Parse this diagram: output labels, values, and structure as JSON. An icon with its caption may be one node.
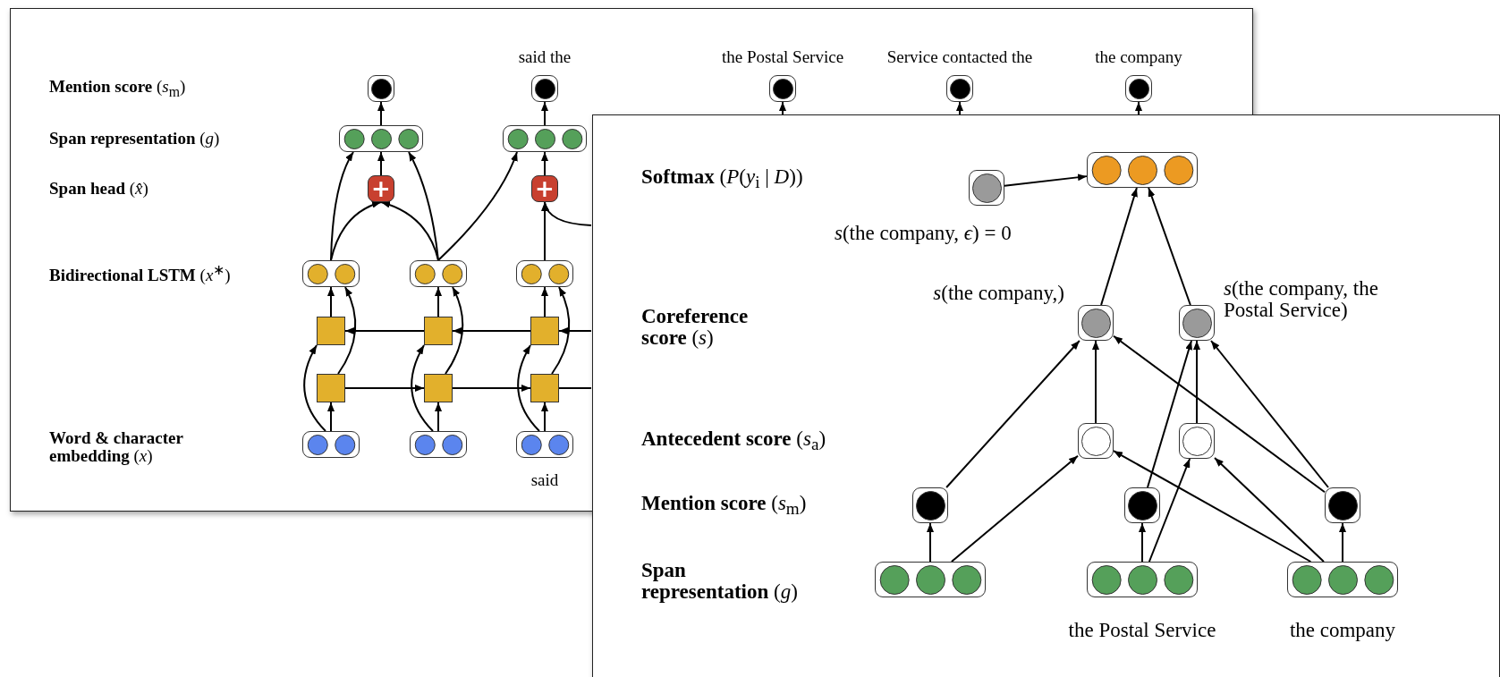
{
  "diagram": {
    "nodes": [
      {
        "text": [],
        "shape": "circle"
      },
      {
        "text": [],
        "shape": "circle",
        "beside": [
          "said the"
        ]
      },
      {
        "text": [],
        "shape": "circle",
        "beside": [
          "the Postal Service"
        ]
      },
      {
        "text": [],
        "shape": "circle",
        "beside": [
          "Service contacted the"
        ]
      },
      {
        "text": [],
        "shape": "circle",
        "beside": [
          "the company"
        ]
      },
      {
        "text": [],
        "shape": "bar"
      },
      {
        "text": [],
        "shape": "bar"
      },
      {
        "text": [
          "+"
        ]
      },
      {
        "text": [
          "+"
        ]
      },
      {
        "text": [],
        "shape": "bar"
      },
      {
        "text": [],
        "shape": "bar"
      },
      {
        "text": [],
        "shape": "bar"
      },
      {
        "text": [],
        "shape": "box"
      },
      {
        "text": [],
        "shape": "box"
      },
      {
        "text": [],
        "shape": "box"
      },
      {
        "text": [],
        "shape": "box"
      },
      {
        "text": [],
        "shape": "box"
      },
      {
        "text": [],
        "shape": "box"
      },
      {
        "text": [],
        "shape": "bar"
      },
      {
        "text": [],
        "shape": "bar"
      },
      {
        "text": [],
        "shape": "bar",
        "beside": [
          "said"
        ]
      },
      {
        "text": [],
        "shape": "circle",
        "beside": [
          "*s*(the company, *ϵ*) = 0"
        ]
      },
      {
        "text": [],
        "shape": "bar"
      },
      {
        "text": [],
        "shape": "circle",
        "beside": [
          "*s*(the company,)"
        ]
      },
      {
        "text": [],
        "shape": "circle",
        "beside": [
          "*s*(the company, the Postal Service)"
        ]
      },
      {
        "text": [],
        "shape": "circle"
      },
      {
        "text": [],
        "shape": "circle"
      },
      {
        "text": [],
        "shape": "circle"
      },
      {
        "text": [],
        "shape": "circle"
      },
      {
        "text": [],
        "shape": "circle"
      },
      {
        "text": [],
        "shape": "bar"
      },
      {
        "text": [],
        "shape": "bar",
        "beside": [
          "the Postal Service"
        ]
      },
      {
        "text": [],
        "shape": "bar",
        "beside": [
          "the company"
        ]
      }
    ],
    "edges": [
      {
        "from": 5,
        "to": 0,
        "arrow": "to"
      },
      {
        "from": 6,
        "to": 1,
        "arrow": "to"
      },
      {
        "from": null,
        "to": 2,
        "arrow": "to"
      },
      {
        "from": null,
        "to": 3,
        "arrow": "to"
      },
      {
        "from": null,
        "to": 4,
        "arrow": "to"
      },
      {
        "from": 7,
        "to": 5,
        "arrow": "to"
      },
      {
        "from": 8,
        "to": 6,
        "arrow": "to"
      },
      {
        "from": 9,
        "to": 5,
        "arrow": "to"
      },
      {
        "from": 10,
        "to": 5,
        "arrow": "to"
      },
      {
        "from": 9,
        "to": 7,
        "arrow": "to"
      },
      {
        "from": 10,
        "to": 7,
        "arrow": "to"
      },
      {
        "from": 10,
        "to": 6,
        "arrow": "to"
      },
      {
        "from": 11,
        "to": 8,
        "arrow": "to"
      },
      {
        "from": null,
        "to": 8,
        "arrow": "to"
      },
      {
        "from": 12,
        "to": 9,
        "arrow": "to"
      },
      {
        "from": 13,
        "to": 10,
        "arrow": "to"
      },
      {
        "from": 14,
        "to": 11,
        "arrow": "to"
      },
      {
        "from": 15,
        "to": 9,
        "arrow": "to"
      },
      {
        "from": 16,
        "to": 10,
        "arrow": "to"
      },
      {
        "from": 17,
        "to": 11,
        "arrow": "to"
      },
      {
        "from": 13,
        "to": 12,
        "arrow": "to"
      },
      {
        "from": 14,
        "to": 13,
        "arrow": "to"
      },
      {
        "from": null,
        "to": 14,
        "arrow": "to"
      },
      {
        "from": 15,
        "to": 16,
        "arrow": "to"
      },
      {
        "from": 16,
        "to": 17,
        "arrow": "to"
      },
      {
        "from": 17,
        "to": null,
        "arrow": "none"
      },
      {
        "from": 18,
        "to": 15,
        "arrow": "to"
      },
      {
        "from": 19,
        "to": 16,
        "arrow": "to"
      },
      {
        "from": 20,
        "to": 17,
        "arrow": "to"
      },
      {
        "from": 18,
        "to": 12,
        "arrow": "to"
      },
      {
        "from": 19,
        "to": 13,
        "arrow": "to"
      },
      {
        "from": 20,
        "to": 14,
        "arrow": "to"
      },
      {
        "from": 21,
        "to": 22,
        "arrow": "to"
      },
      {
        "from": 23,
        "to": 22,
        "arrow": "to"
      },
      {
        "from": 24,
        "to": 22,
        "arrow": "to"
      },
      {
        "from": 27,
        "to": 23,
        "arrow": "to"
      },
      {
        "from": 25,
        "to": 23,
        "arrow": "to"
      },
      {
        "from": 29,
        "to": 23,
        "arrow": "to"
      },
      {
        "from": 28,
        "to": 24,
        "arrow": "to"
      },
      {
        "from": 26,
        "to": 24,
        "arrow": "to"
      },
      {
        "from": 29,
        "to": 24,
        "arrow": "to"
      },
      {
        "from": 30,
        "to": 25,
        "arrow": "to"
      },
      {
        "from": 32,
        "to": 25,
        "arrow": "to"
      },
      {
        "from": 31,
        "to": 26,
        "arrow": "to"
      },
      {
        "from": 32,
        "to": 26,
        "arrow": "to"
      },
      {
        "from": 30,
        "to": 27,
        "arrow": "to"
      },
      {
        "from": 31,
        "to": 28,
        "arrow": "to"
      },
      {
        "from": 32,
        "to": 29,
        "arrow": "to"
      }
    ],
    "labels": [
      "**Mention score** (*s*$_{m}$)",
      "**Span representation** (*g*)",
      "**Span head** (*x̂*)",
      "**Bidirectional LSTM** (*x*$^{∗}$)",
      "**Word & character embedding** (*x*)",
      "**Softmax** (*P*(*y*$_{i}$ | *D*))",
      "**Coreference score** (*s*)",
      "**Antecedent score** (*s*$_{a}$)",
      "**Mention score** (*s*$_{m}$)",
      "**Span representation** (*g*)"
    ]
  }
}
